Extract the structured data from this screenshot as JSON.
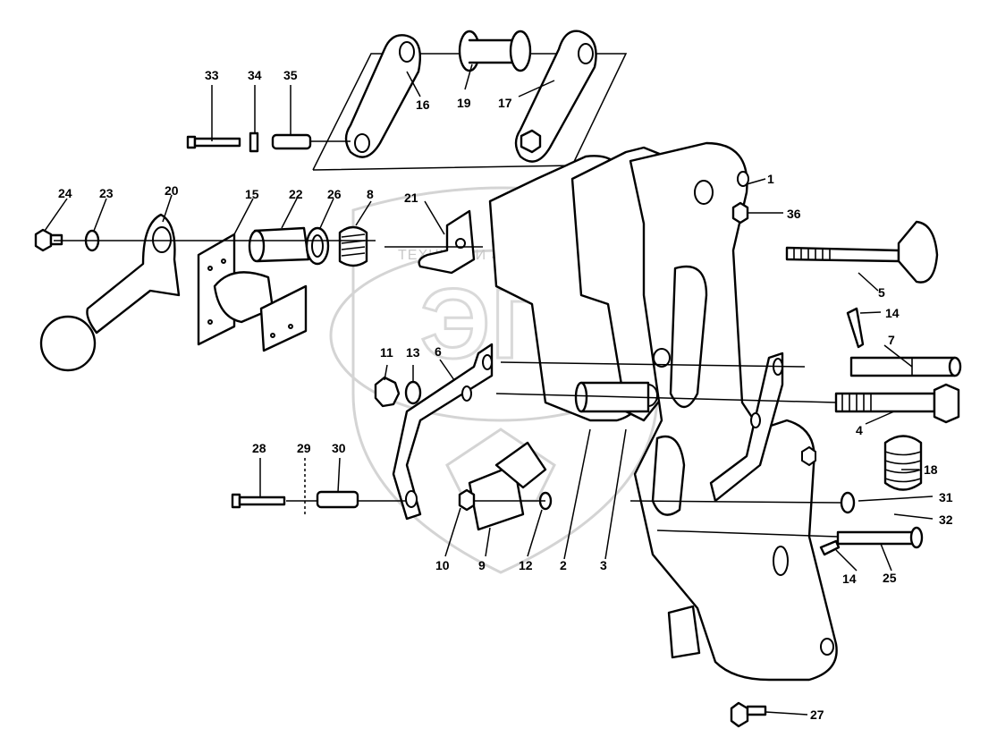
{
  "watermark": {
    "text": "ТЕХНИКА И ЗАПЧАСТИ",
    "logo_letters": "ЭПЭ"
  },
  "labels": {
    "p1": "1",
    "p2": "2",
    "p3": "3",
    "p4": "4",
    "p5": "5",
    "p6": "6",
    "p7": "7",
    "p8": "8",
    "p9": "9",
    "p10": "10",
    "p11": "11",
    "p12": "12",
    "p13": "13",
    "p14a": "14",
    "p14b": "14",
    "p15": "15",
    "p16": "16",
    "p17": "17",
    "p18": "18",
    "p19": "19",
    "p20": "20",
    "p21": "21",
    "p22": "22",
    "p23": "23",
    "p24": "24",
    "p25": "25",
    "p26": "26",
    "p27": "27",
    "p28": "28",
    "p29": "29",
    "p30": "30",
    "p31": "31",
    "p32": "32",
    "p33": "33",
    "p34": "34",
    "p35": "35",
    "p36": "36"
  }
}
